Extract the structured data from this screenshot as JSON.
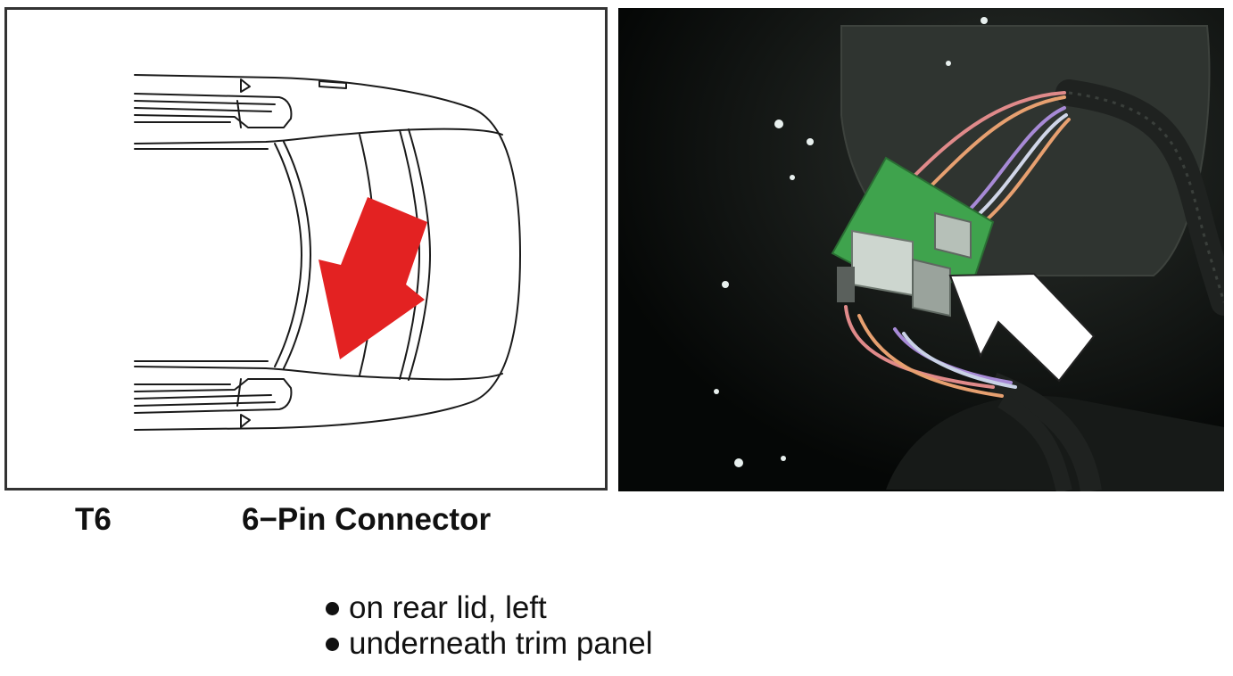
{
  "component": {
    "code": "T6",
    "name": "6−Pin Connector"
  },
  "location_notes": [
    "on rear lid, left",
    "underneath trim panel"
  ],
  "colors": {
    "arrow_diagram": "#e32222",
    "arrow_photo": "#ffffff",
    "connector": "#3fa34d"
  },
  "icons": {
    "diagram_pointer": "arrow-down-left-icon",
    "photo_pointer": "arrow-up-left-icon"
  }
}
